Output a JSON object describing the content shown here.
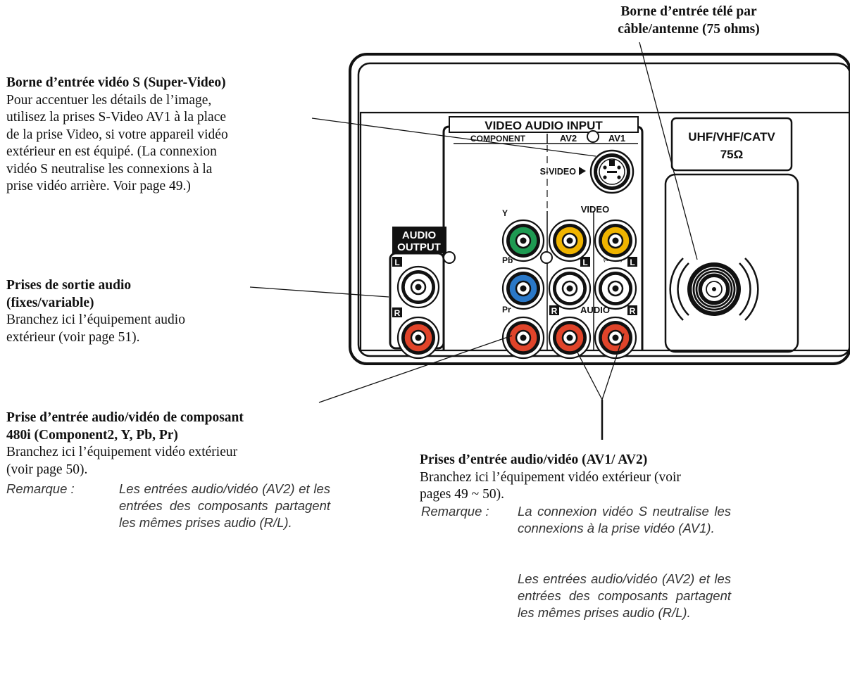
{
  "callouts": {
    "cable": {
      "title_line1": "Borne d’entrée télé par",
      "title_line2": "câble/antenne (75 ohms)"
    },
    "svideo": {
      "title": "Borne d’entrée vidéo S (Super-Video)",
      "body_lines": [
        "Pour accentuer les détails de l’image,",
        "utilisez la prises S-Video AV1 à la place",
        "de la prise Video, si votre appareil vidéo",
        "extérieur en est équipé.  (La connexion",
        "vidéo S neutralise les connexions à la",
        "prise vidéo arrière. Voir page 49.)"
      ]
    },
    "audio_out": {
      "title_line1": "Prises de sortie audio",
      "title_line2": "(fixes/variable)",
      "body_lines": [
        "Branchez ici l’équipement audio",
        "extérieur (voir page 51)."
      ]
    },
    "component": {
      "title_line1": "Prise d’entrée audio/vidéo de composant",
      "title_line2": "480i (Component2, Y, Pb, Pr)",
      "body_lines": [
        "Branchez ici l’équipement vidéo extérieur",
        "(voir page 50)."
      ],
      "note_label": "Remarque :",
      "note_text": "Les entrées audio/vidéo (AV2) et les entrées des composants partagent les mêmes prises audio (R/L)."
    },
    "av": {
      "title": "Prises d’entrée audio/vidéo (AV1/ AV2)",
      "body_lines": [
        "Branchez ici l’équipement vidéo extérieur (voir",
        "pages 49 ~ 50)."
      ],
      "note_label": "Remarque :",
      "note_text1": "La connexion vidéo S neutralise les connexions à la prise vidéo (AV1).",
      "note_text2": "Les entrées audio/vidéo (AV2) et les entrées des composants partagent les mêmes prises audio (R/L)."
    }
  },
  "panel": {
    "header": "VIDEO AUDIO INPUT",
    "col_component": "COMPONENT",
    "col_av2": "AV2",
    "col_av1": "AV1",
    "svideo_label": "S-VIDEO",
    "audio_output_line1": "AUDIO",
    "audio_output_line2": "OUTPUT",
    "label_L": "L",
    "label_R": "R",
    "label_Y": "Y",
    "label_Pb": "Pb",
    "label_Pr": "Pr",
    "label_video": "VIDEO",
    "label_audio": "AUDIO",
    "label_mono": "(MONO)",
    "antenna_line1": "UHF/VHF/CATV",
    "antenna_line2": "75Ω"
  },
  "colors": {
    "jack_green": "#1e9a52",
    "jack_blue": "#2a78c8",
    "jack_yellow": "#f0b400",
    "jack_red": "#e0442a",
    "jack_white": "#ffffff"
  }
}
